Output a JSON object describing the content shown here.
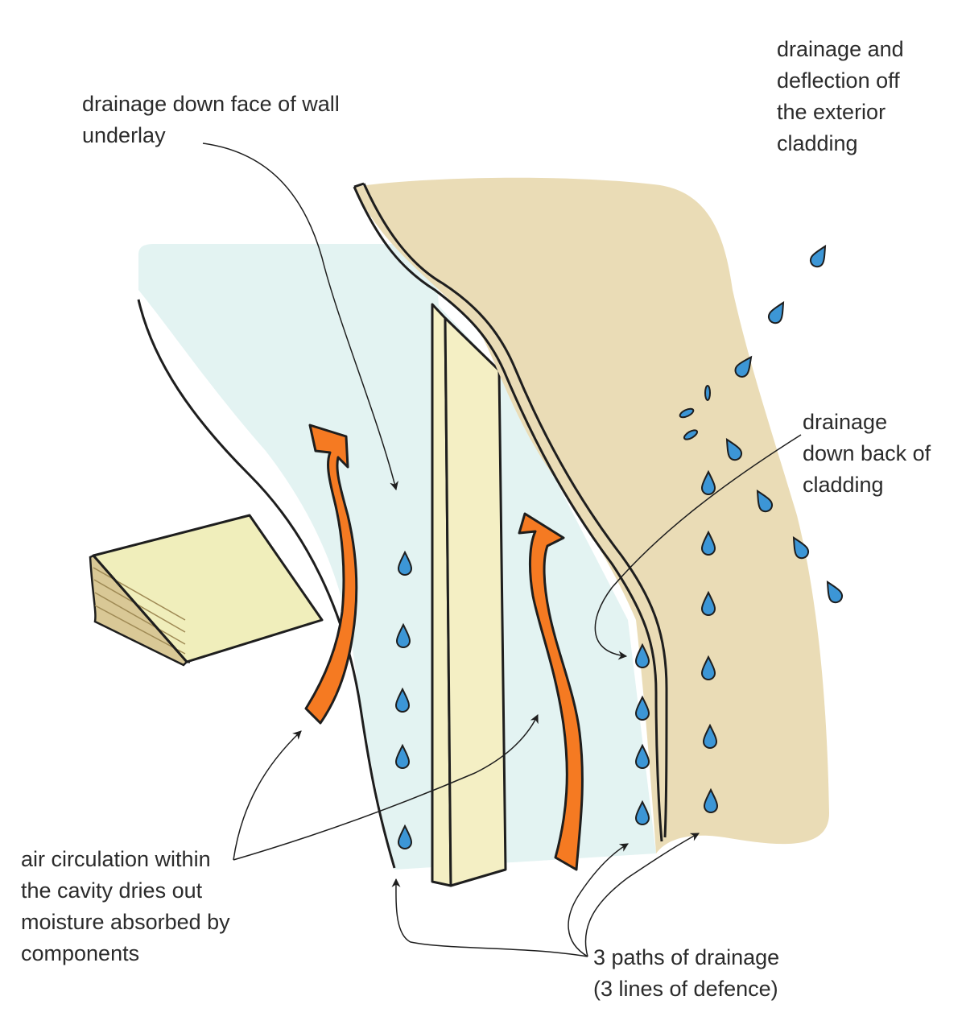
{
  "labels": {
    "face_underlay": [
      "drainage down face of wall",
      "underlay"
    ],
    "exterior_cladding": [
      "drainage and",
      "deflection off",
      "the exterior",
      "cladding"
    ],
    "back_cladding": [
      "drainage",
      "down back of",
      "cladding"
    ],
    "air_circulation": [
      "air circulation within",
      "the cavity dries out",
      "moisture absorbed by",
      "components"
    ],
    "three_paths": [
      "3 paths of drainage",
      "(3 lines of defence)"
    ]
  },
  "colors": {
    "cavity_fill": "#e3f3f2",
    "cladding_fill": "#eadcb6",
    "stud_fill": "#f4efc4",
    "timber_fill": "#f0eebb",
    "water_drop": "#3c96d6",
    "air_arrow": "#f57a22",
    "outline": "#1e1e1e"
  },
  "icons": {
    "water": "water-drop-icon",
    "air": "air-flow-arrow-icon",
    "leader": "leader-arrow-icon"
  }
}
